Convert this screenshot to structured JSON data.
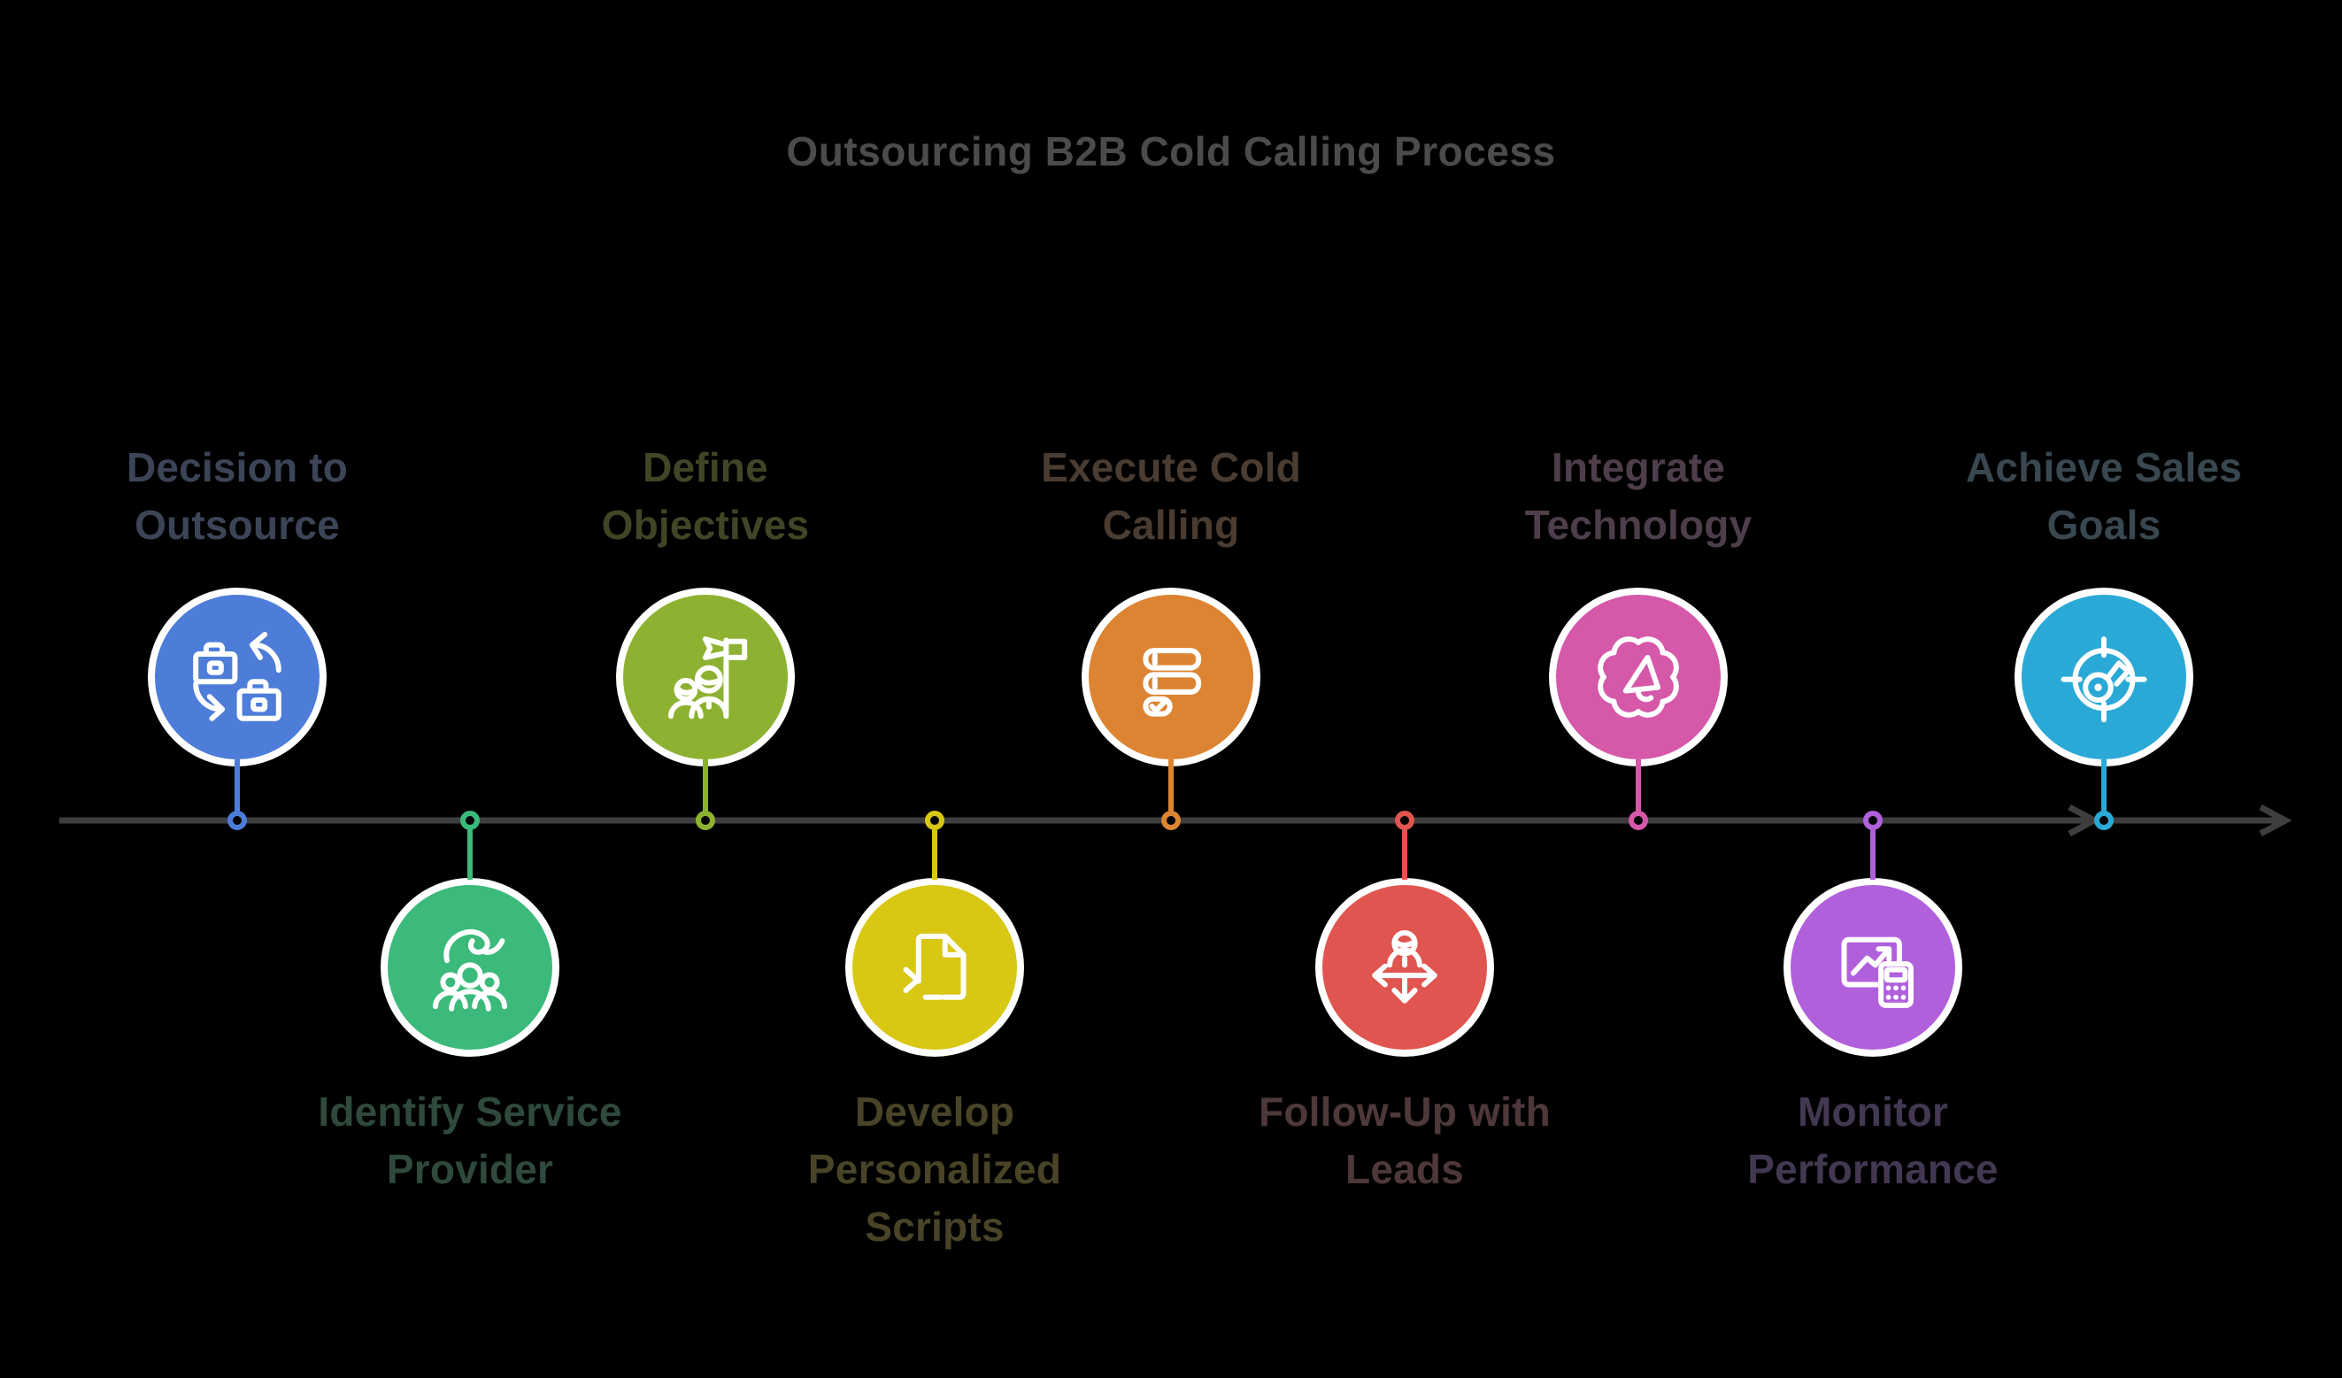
{
  "title": {
    "text": "Outsourcing B2B Cold Calling Process",
    "color": "#4b4b4b"
  },
  "timeline": {
    "line_color": "#3e3e40",
    "direction": "left-to-right-arrow"
  },
  "steps": [
    {
      "label": "Decision to Outsource",
      "lines": [
        "Decision to",
        "Outsource"
      ],
      "position": "top",
      "color": "#4d7dd8",
      "text_color": "#3c4557",
      "icon": "briefcase-exchange-icon"
    },
    {
      "label": "Identify Service Provider",
      "lines": [
        "Identify Service",
        "Provider"
      ],
      "position": "bottom",
      "color": "#3bba7b",
      "text_color": "#2f4a3c",
      "icon": "hand-over-people-icon"
    },
    {
      "label": "Define Objectives",
      "lines": [
        "Define",
        "Objectives"
      ],
      "position": "top",
      "color": "#8db231",
      "text_color": "#3f4626",
      "icon": "team-flag-icon"
    },
    {
      "label": "Develop Personalized Scripts",
      "lines": [
        "Develop",
        "Personalized",
        "Scripts"
      ],
      "position": "bottom",
      "color": "#d8c713",
      "text_color": "#494428",
      "icon": "script-document-icon"
    },
    {
      "label": "Execute Cold Calling",
      "lines": [
        "Execute Cold",
        "Calling"
      ],
      "position": "top",
      "color": "#dc8432",
      "text_color": "#4a3c31",
      "icon": "call-checklist-icon"
    },
    {
      "label": "Follow-Up with Leads",
      "lines": [
        "Follow-Up with",
        "Leads"
      ],
      "position": "bottom",
      "color": "#e0554f",
      "text_color": "#4e3839",
      "icon": "lead-routing-icon"
    },
    {
      "label": "Integrate Technology",
      "lines": [
        "Integrate",
        "Technology"
      ],
      "position": "top",
      "color": "#d558a9",
      "text_color": "#4e3d4b",
      "icon": "gear-megaphone-icon"
    },
    {
      "label": "Monitor Performance",
      "lines": [
        "Monitor",
        "Performance"
      ],
      "position": "bottom",
      "color": "#b160dc",
      "text_color": "#433852",
      "icon": "chart-calculator-icon"
    },
    {
      "label": "Achieve Sales Goals",
      "lines": [
        "Achieve Sales",
        "Goals"
      ],
      "position": "top",
      "color": "#2aa9d7",
      "text_color": "#394750",
      "icon": "target-gauge-icon"
    }
  ]
}
